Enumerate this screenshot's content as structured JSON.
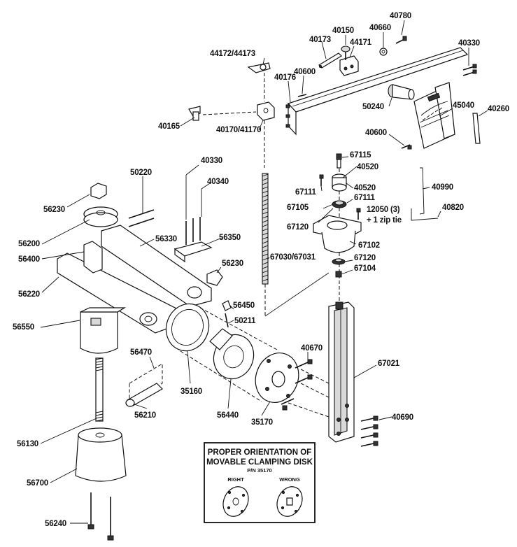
{
  "inset": {
    "title_line1": "PROPER ORIENTATION OF",
    "title_line2": "MOVABLE CLAMPING DISK",
    "part_ref": "P/N 35170",
    "right_label": "RIGHT",
    "wrong_label": "WRONG"
  },
  "labels": [
    {
      "id": "40780",
      "text": "40780"
    },
    {
      "id": "40660",
      "text": "40660"
    },
    {
      "id": "40150",
      "text": "40150"
    },
    {
      "id": "40173",
      "text": "40173"
    },
    {
      "id": "44171",
      "text": "44171"
    },
    {
      "id": "40330-top",
      "text": "40330"
    },
    {
      "id": "44172",
      "text": "44172/44173"
    },
    {
      "id": "40176",
      "text": "40176"
    },
    {
      "id": "40600-top",
      "text": "40600"
    },
    {
      "id": "50240",
      "text": "50240"
    },
    {
      "id": "45040",
      "text": "45040"
    },
    {
      "id": "40260",
      "text": "40260"
    },
    {
      "id": "40165",
      "text": "40165"
    },
    {
      "id": "40170",
      "text": "40170/41170"
    },
    {
      "id": "40600-mid",
      "text": "40600"
    },
    {
      "id": "67115",
      "text": "67115"
    },
    {
      "id": "40520a",
      "text": "40520"
    },
    {
      "id": "40330-mid",
      "text": "40330"
    },
    {
      "id": "50220",
      "text": "50220"
    },
    {
      "id": "67111a",
      "text": "67111"
    },
    {
      "id": "40520b",
      "text": "40520"
    },
    {
      "id": "40990",
      "text": "40990"
    },
    {
      "id": "40340",
      "text": "40340"
    },
    {
      "id": "67105",
      "text": "67105"
    },
    {
      "id": "67111b",
      "text": "67111"
    },
    {
      "id": "56230a",
      "text": "56230"
    },
    {
      "id": "12050",
      "text": "12050 (3)"
    },
    {
      "id": "zip",
      "text": "+ 1 zip tie"
    },
    {
      "id": "40820",
      "text": "40820"
    },
    {
      "id": "67120a",
      "text": "67120"
    },
    {
      "id": "56200",
      "text": "56200"
    },
    {
      "id": "56330",
      "text": "56330"
    },
    {
      "id": "56350",
      "text": "56350"
    },
    {
      "id": "67102",
      "text": "67102"
    },
    {
      "id": "56400",
      "text": "56400"
    },
    {
      "id": "67030",
      "text": "67030/67031"
    },
    {
      "id": "67120b",
      "text": "67120"
    },
    {
      "id": "56230b",
      "text": "56230"
    },
    {
      "id": "67104",
      "text": "67104"
    },
    {
      "id": "56220",
      "text": "56220"
    },
    {
      "id": "56450",
      "text": "56450"
    },
    {
      "id": "50211",
      "text": "50211"
    },
    {
      "id": "56550",
      "text": "56550"
    },
    {
      "id": "40670",
      "text": "40670"
    },
    {
      "id": "56470",
      "text": "56470"
    },
    {
      "id": "67021",
      "text": "67021"
    },
    {
      "id": "35160",
      "text": "35160"
    },
    {
      "id": "56210",
      "text": "56210"
    },
    {
      "id": "56440",
      "text": "56440"
    },
    {
      "id": "40690",
      "text": "40690"
    },
    {
      "id": "35170",
      "text": "35170"
    },
    {
      "id": "56130",
      "text": "56130"
    },
    {
      "id": "56700",
      "text": "56700"
    },
    {
      "id": "56240",
      "text": "56240"
    }
  ]
}
